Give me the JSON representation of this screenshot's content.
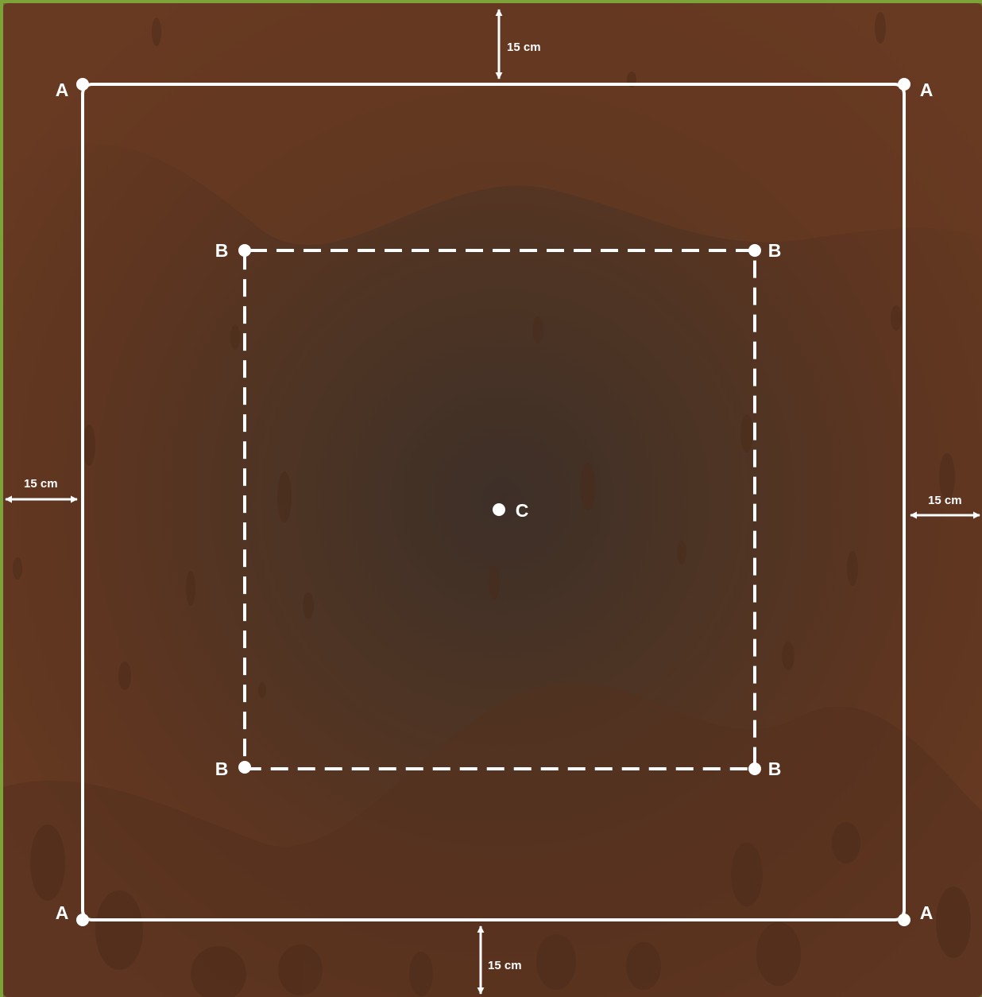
{
  "colors": {
    "soil": "#653a22",
    "soil_dark": "#3d2f28",
    "grass": "#7da23a",
    "line": "#ffffff"
  },
  "points": {
    "a_label": "A",
    "b_label": "B",
    "c_label": "C"
  },
  "dimensions": {
    "top": "15 cm",
    "left": "15 cm",
    "right": "15 cm",
    "bottom": "15 cm"
  }
}
